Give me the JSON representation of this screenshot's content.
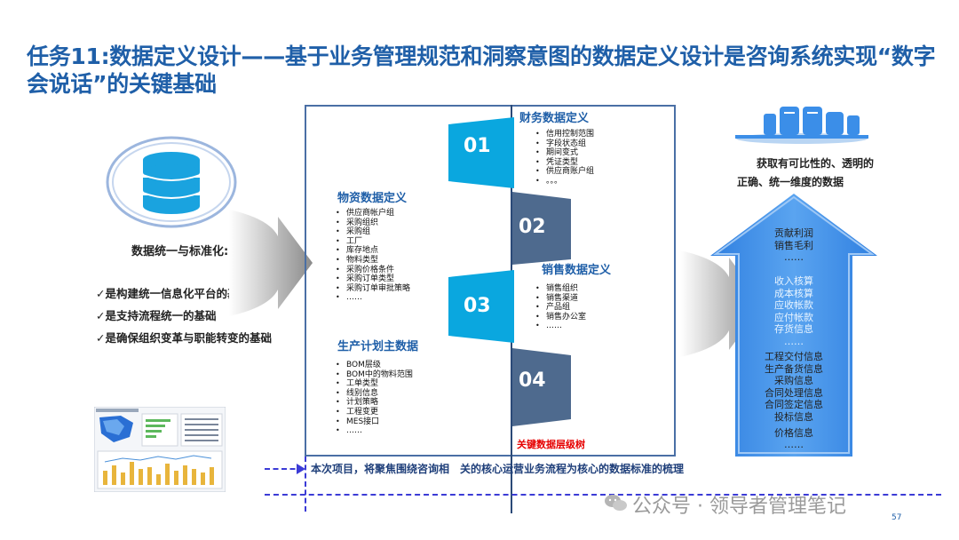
{
  "title": "任务11:数据定义设计——基于业务管理规范和洞察意图的数据定义设计是咨询系统实现“数字会说话”的关键基础",
  "left": {
    "heading": "数据统一与标准化:",
    "checks": [
      "✓是构建统一信息化平台的基础",
      "✓是支持流程统一的基础",
      "✓是确保组织变革与职能转变的基础"
    ]
  },
  "sections": {
    "finance": {
      "title": "财务数据定义",
      "items": [
        "信用控制范围",
        "字段状态组",
        "期间变式",
        "凭证类型",
        "供应商账户组",
        "。。。"
      ]
    },
    "material": {
      "title": "物资数据定义",
      "items": [
        "供应商帐户组",
        "采购组织",
        "采购组",
        "工厂",
        "库存地点",
        "物料类型",
        "采购价格条件",
        "采购订单类型",
        "采购订单审批策略",
        "……"
      ]
    },
    "sales": {
      "title": "销售数据定义",
      "items": [
        "销售组织",
        "销售渠道",
        "产品组",
        "销售办公室",
        "……"
      ]
    },
    "production": {
      "title": "生产计划主数据",
      "items": [
        "BOM层级",
        "BOM中的物料范围",
        "工单类型",
        "线别信息",
        "计划策略",
        "工程变更",
        "MES接口",
        "……"
      ]
    }
  },
  "numbers": {
    "n01": "01",
    "n02": "02",
    "n03": "03",
    "n04": "04"
  },
  "tree_label": "关键数据层级树",
  "right": {
    "caption_line1": "获取有可比性的、透明的",
    "caption_line2": "正确、统一维度的数据",
    "group1": [
      "贡献利润",
      "销售毛利",
      "……"
    ],
    "group2": [
      "收入核算",
      "成本核算",
      "应收帐款",
      "应付帐款",
      "存货信息",
      "……"
    ],
    "group3": [
      "工程交付信息",
      "生产备货信息",
      "采购信息",
      "合同处理信息",
      "合同签定信息",
      "投标信息",
      "价格信息",
      "……"
    ]
  },
  "bottom_note": "本次项目，将聚焦围绕咨询相　关的核心运营业务流程为核心的数据标准的梳理",
  "watermark": "公众号 · 领导者管理笔记",
  "page_number": "57",
  "colors": {
    "title": "#1f5fa8",
    "cyan": "#0aa7df",
    "slate": "#4e6a8e",
    "arrow_blue": "#3b8ee8",
    "red": "#e60000"
  }
}
